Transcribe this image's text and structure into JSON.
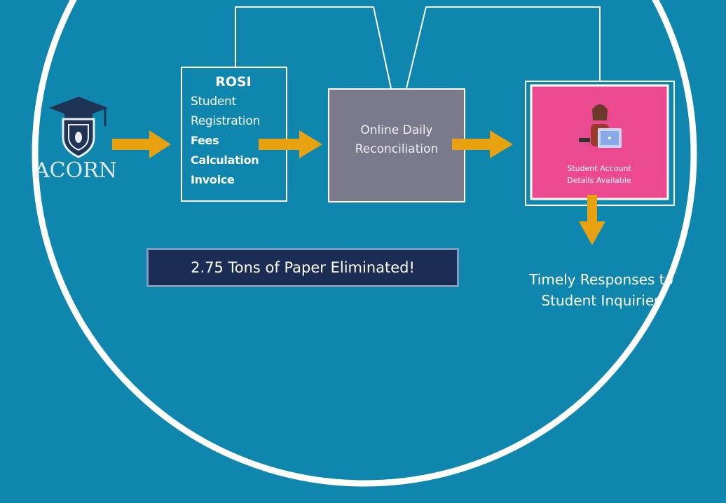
{
  "source": {
    "logo_text": "ACORN",
    "icon": "graduation-cap-shield-icon"
  },
  "rosi": {
    "title": "ROSI",
    "lines": [
      "Student",
      "Registration"
    ],
    "bold_lines": [
      "Fees",
      "Calculation",
      "Invoice"
    ]
  },
  "reconciliation": {
    "lines": [
      "Online Daily",
      "Reconciliation"
    ]
  },
  "account": {
    "icon": "person-at-laptop-icon",
    "lines": [
      "Student Account",
      "Details Available"
    ]
  },
  "banner": {
    "text": "2.75 Tons of Paper Eliminated!"
  },
  "outcome": {
    "lines": [
      "Timely Responses to",
      "Student Inquiries"
    ]
  },
  "colors": {
    "background": "#0f86ad",
    "arrow": "#e8a20f",
    "reconciliation_box": "#7a7a8c",
    "account_box": "#ec4a90",
    "banner": "#1b2d55",
    "banner_border": "#7e9cc0",
    "logo": "#1f3355"
  }
}
